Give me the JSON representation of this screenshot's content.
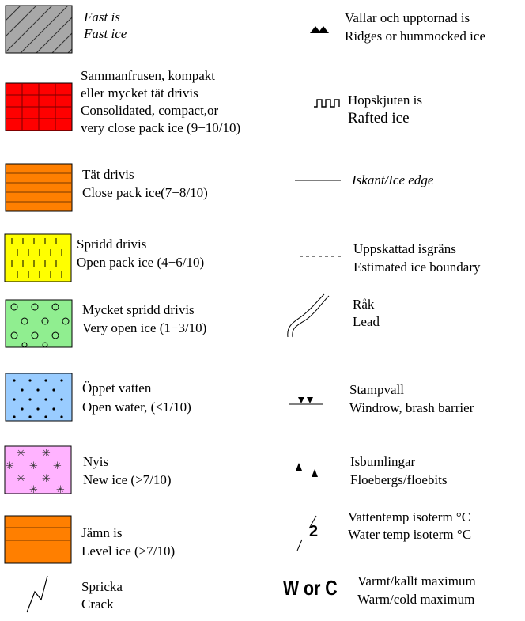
{
  "left": [
    {
      "id": "fast-ice",
      "line1": "Fast is",
      "line2": "Fast ice",
      "fill": "#a8a8a8",
      "italic": true
    },
    {
      "id": "consolidated",
      "line1": "Sammanfrusen, kompakt",
      "line2": "eller mycket tät drivis",
      "line3": "Consolidated, compact,or",
      "line4": "very close pack ice (9−10/10)",
      "fill": "#ff0000"
    },
    {
      "id": "close-pack",
      "line1": "Tät drivis",
      "line2": "Close pack ice(7−8/10)",
      "fill": "#ff7f00"
    },
    {
      "id": "open-pack",
      "line1": "Spridd drivis",
      "line2": "Open pack ice (4−6/10)",
      "fill": "#ffff00"
    },
    {
      "id": "very-open",
      "line1": "Mycket spridd drivis",
      "line2": "Very open ice (1−3/10)",
      "fill": "#90ee90"
    },
    {
      "id": "open-water",
      "line1": "Öppet vatten",
      "line2": "Open water, (<1/10)",
      "fill": "#99ccff"
    },
    {
      "id": "new-ice",
      "line1": "Nyis",
      "line2": "New ice  (>7/10)",
      "fill": "#ffb3ff"
    },
    {
      "id": "level-ice",
      "line1": "Jämn is",
      "line2": "Level ice  (>7/10)",
      "fill": "#ff7f00"
    },
    {
      "id": "crack",
      "line1": "Spricka",
      "line2": "Crack"
    }
  ],
  "right": [
    {
      "id": "ridges",
      "line1": "Vallar och upptornad is",
      "line2": "Ridges or hummocked ice"
    },
    {
      "id": "rafted",
      "line1": "Hopskjuten is",
      "line2": "Rafted ice"
    },
    {
      "id": "ice-edge",
      "line1": "Iskant/Ice edge"
    },
    {
      "id": "est-boundary",
      "line1": "Uppskattad isgräns",
      "line2": "Estimated ice boundary"
    },
    {
      "id": "lead",
      "line1": "Råk",
      "line2": "Lead"
    },
    {
      "id": "windrow",
      "line1": "Stampvall",
      "line2": "Windrow, brash barrier"
    },
    {
      "id": "floebergs",
      "line1": "Isbumlingar",
      "line2": "Floebergs/floebits"
    },
    {
      "id": "isotherm",
      "line1": "Vattentemp isoterm °C",
      "line2": "Water temp isoterm °C",
      "symbol_text": "2"
    },
    {
      "id": "maximum",
      "line1": "Varmt/kallt maximum",
      "line2": "Warm/cold maximum",
      "symbol_text": "W or C"
    }
  ]
}
